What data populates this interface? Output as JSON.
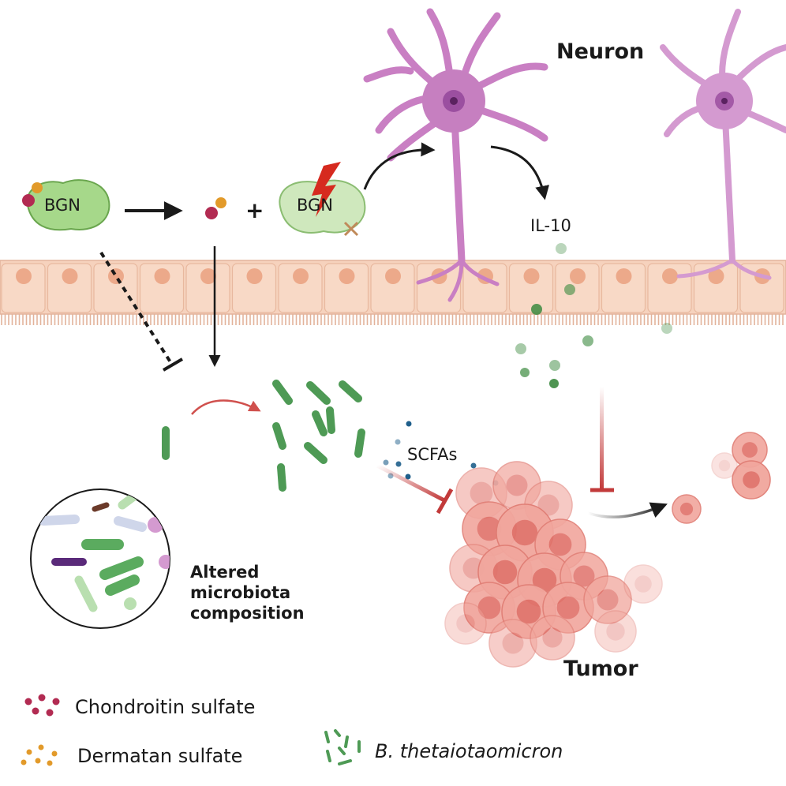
{
  "labels": {
    "neuron": "Neuron",
    "il10": "IL-10",
    "scfas": "SCFAs",
    "tumor": "Tumor",
    "bgn_left": "BGN",
    "bgn_right": "BGN",
    "plus": "+",
    "altered_line1": "Altered",
    "altered_line2": "microbiota",
    "altered_line3": "composition"
  },
  "legend": {
    "chondroitin": "Chondroitin sulfate",
    "dermatan": "Dermatan sulfate",
    "bacteria": "B. thetaiotaomicron"
  },
  "colors": {
    "epithelium": "#f6d2bd",
    "epithelium_nucleus": "#eca98a",
    "neuron": "#d07fc8",
    "bacteria": "#4e9a55",
    "tumor": "#ec8f86",
    "scfa_dot": "#1f5f8b",
    "il10_dot": "#3c8a3f",
    "inhibition": "#c23a3a",
    "chondroitin": "#b22b52",
    "dermatan": "#e29a2a"
  }
}
